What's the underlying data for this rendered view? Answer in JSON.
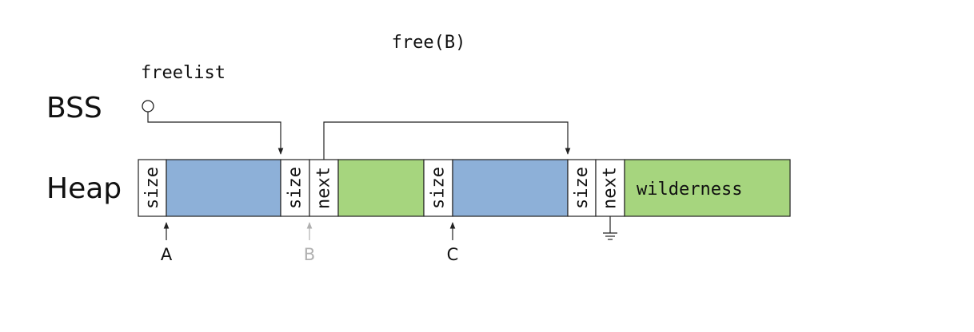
{
  "caption": "free(B)",
  "freelist_label": "freelist",
  "segments": {
    "bss": "BSS",
    "heap": "Heap"
  },
  "fields": {
    "size": "size",
    "next": "next",
    "wilderness": "wilderness"
  },
  "pointers": {
    "a": "A",
    "b": "B",
    "c": "C"
  },
  "colors": {
    "allocated": "#8db0d8",
    "free": "#a6d57e",
    "line": "#222222",
    "faded": "#b0b0b0"
  }
}
